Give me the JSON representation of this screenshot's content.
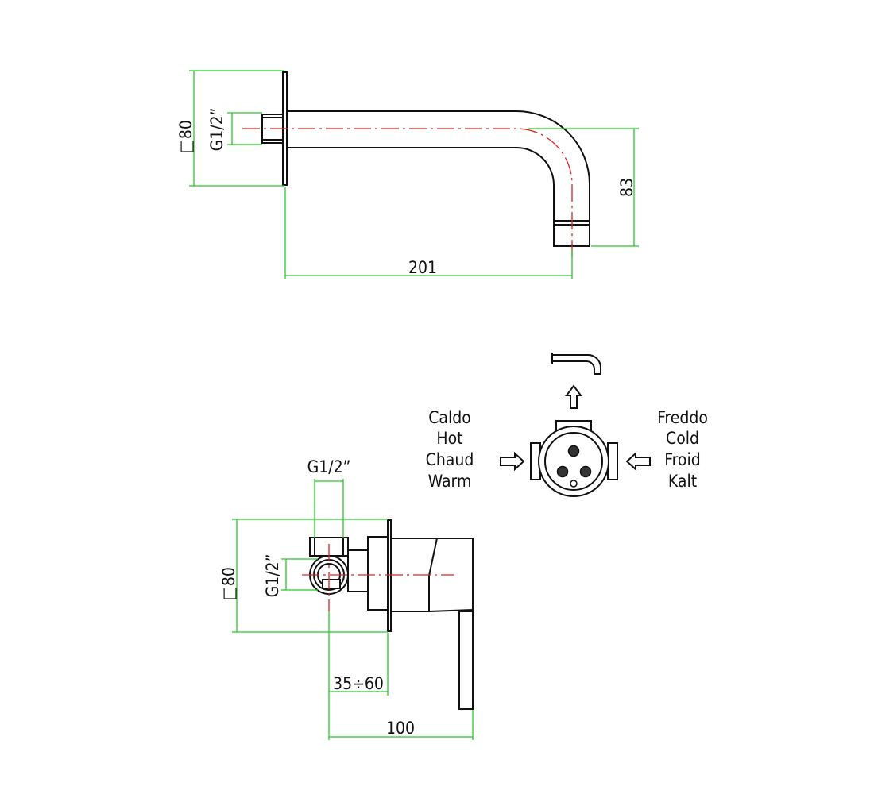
{
  "spout_view": {
    "dim_square": "□80",
    "dim_thread": "G1/2”",
    "dim_length": "201",
    "dim_height": "83"
  },
  "mixer_view": {
    "dim_square": "□80",
    "dim_thread_side": "G1/2”",
    "dim_thread_top": "G1/2”",
    "dim_depth_range": "35÷60",
    "dim_total": "100"
  },
  "flow_schema": {
    "hot_labels": [
      "Caldo",
      "Hot",
      "Chaud",
      "Warm"
    ],
    "cold_labels": [
      "Freddo",
      "Cold",
      "Froid",
      "Kalt"
    ]
  },
  "colors": {
    "outline": "#111111",
    "dimension": "#22cc22",
    "centerline": "#e02020"
  }
}
